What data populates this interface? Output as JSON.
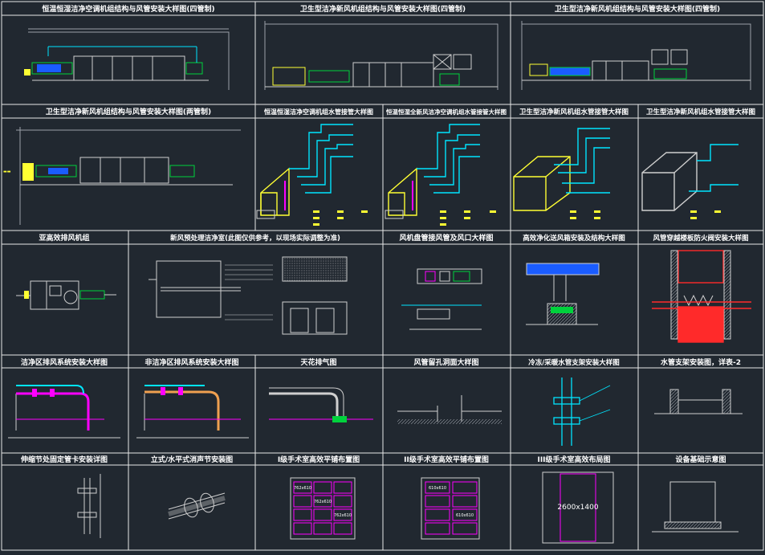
{
  "colors": {
    "background": "#212830",
    "grid_line": "#e8e8e8",
    "title_text": "#ffffff",
    "cyan": "#00e5ff",
    "green": "#00d23c",
    "magenta": "#ff00ff",
    "yellow": "#ffff33",
    "red": "#ff2a2a",
    "orange": "#f0a050",
    "blue": "#3aa0ff",
    "gray": "#9aa0a8"
  },
  "panels": {
    "p1": "恒温恒湿洁净空调机组结构与风管安装大样图(四管制)",
    "p2": "卫生型洁净新风机组结构与风管安装大样图(四管制)",
    "p3": "卫生型洁净新风机组结构与风管安装大样图(四管制)",
    "p4": "卫生型洁净新风机组结构与风管安装大样图(两管制)",
    "p5": "恒温恒湿洁净空调机组水管接管大样图",
    "p6": "恒温恒湿全新风洁净空调机组水管接管大样图",
    "p7": "卫生型洁净新风机组水管接管大样图",
    "p8": "卫生型洁净新风机组水管接管大样图",
    "p9": "亚高效排风机组",
    "p10": "新风预处理洁净室(此图仅供参考，以现场实际调整为准)",
    "p11": "风机盘管接风管及风口大样图",
    "p12": "高效净化送风箱安装及结构大样图",
    "p13": "风管穿越楼板防火阀安装大样图",
    "p14": "洁净区排风系统安装大样图",
    "p15": "非洁净区排风系统安装大样图",
    "p16": "天花排气图",
    "p17": "风管留孔洞面大样图",
    "p18": "冷冻/采暖水管支架安装大样图",
    "p19": "水管支架安装图，详表-2",
    "p20": "伸缩节处固定管卡安装详图",
    "p21": "立式/水平式消声节安装图",
    "p22": "I级手术室高效平铺布置图",
    "p23": "II级手术室高效平铺布置图",
    "p24": "III级手术室高效布局图",
    "p25": "设备基础示意图"
  },
  "labels": {
    "room_size": "2600x1400",
    "filter_box": "762x610",
    "filter_box_small": "610x610"
  }
}
